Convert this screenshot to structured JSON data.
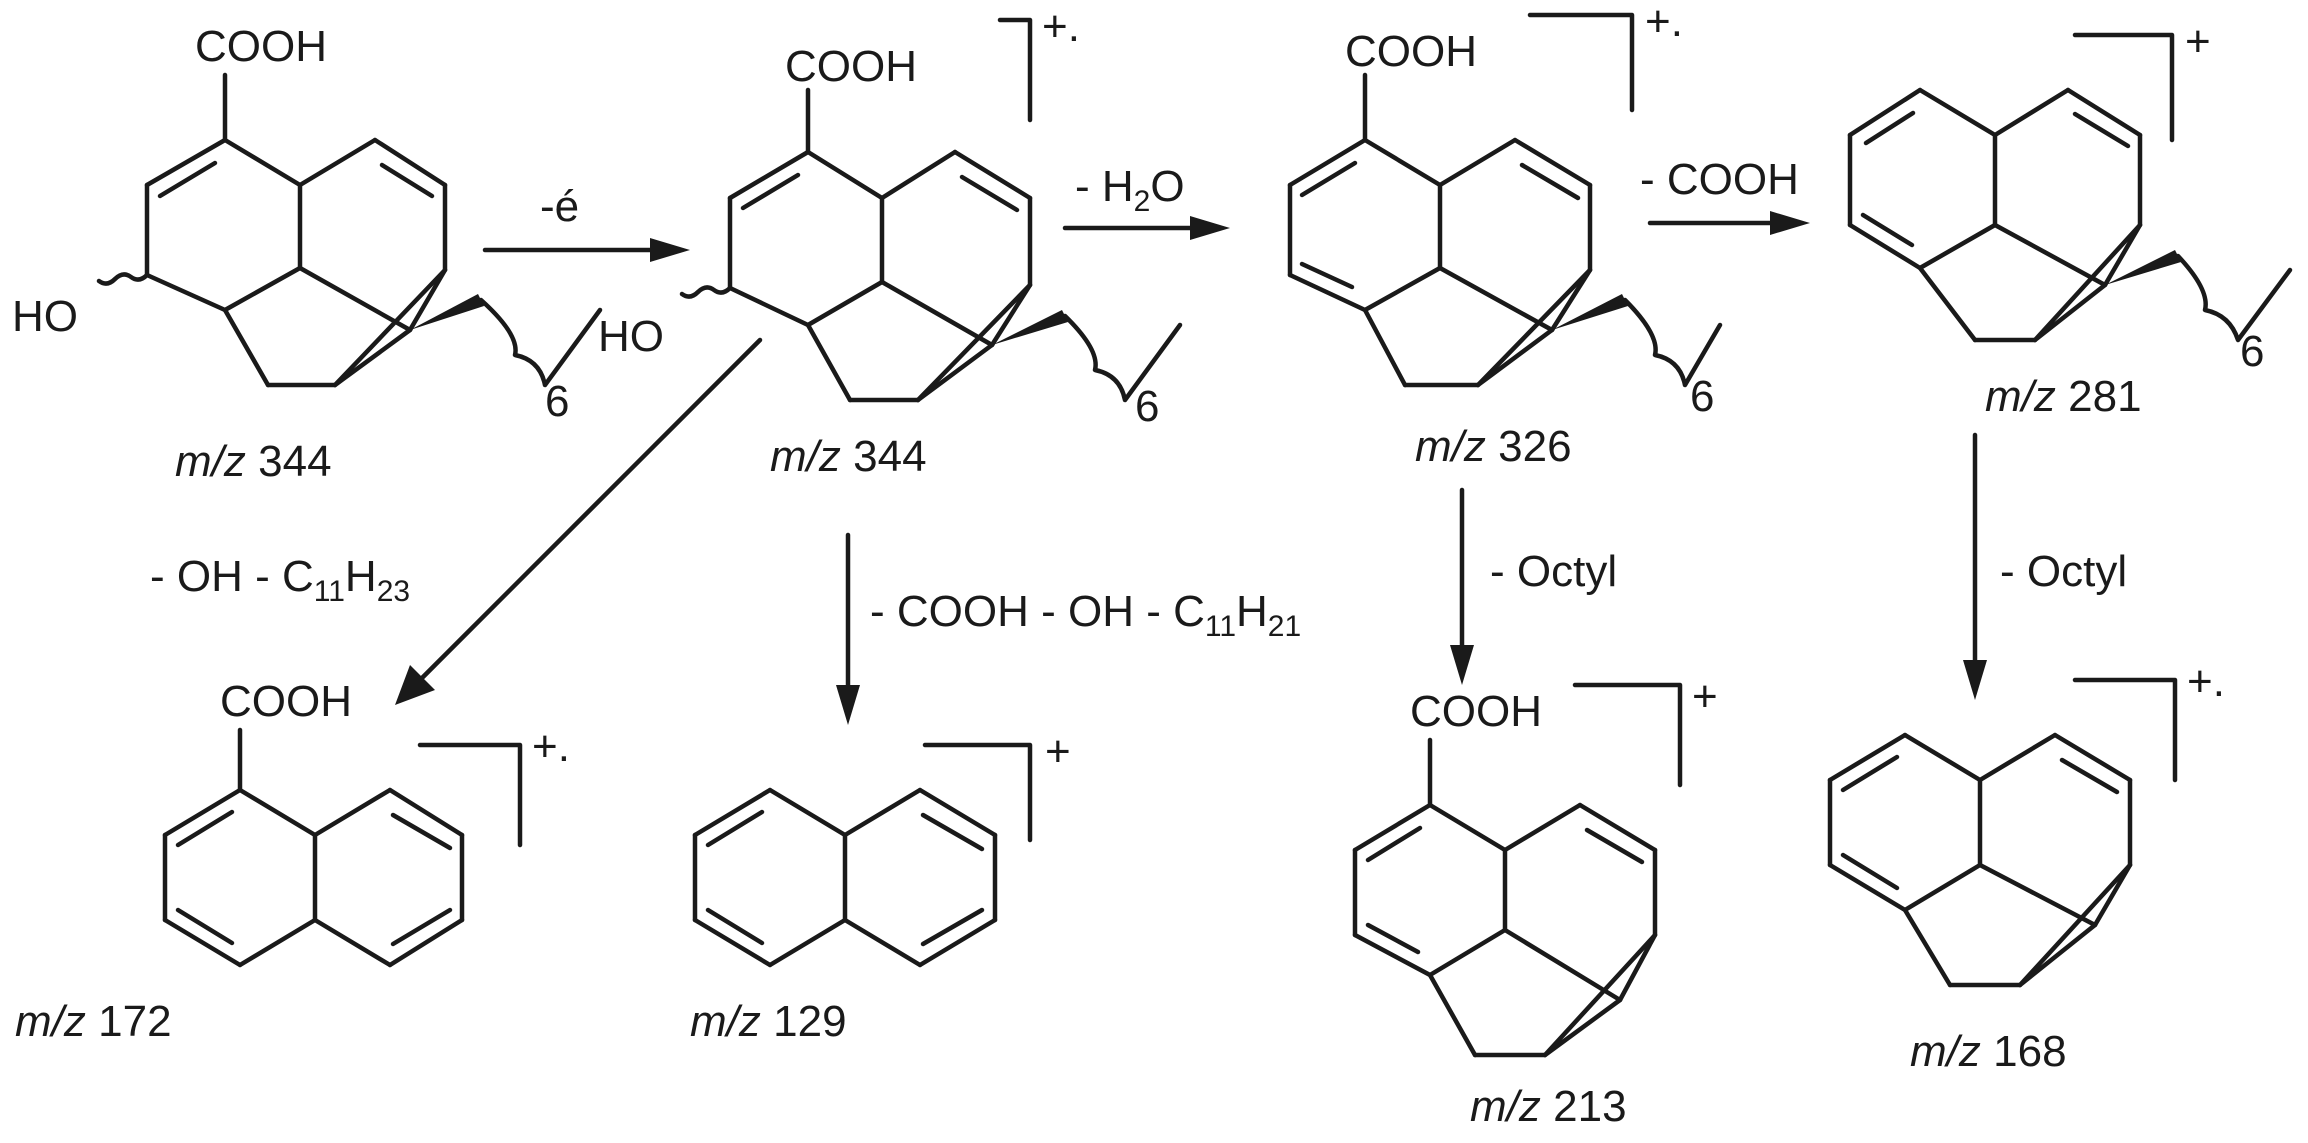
{
  "structures": {
    "s1": {
      "group": "COOH",
      "oh": "HO",
      "chain_n": "6",
      "label_prefix": "m/z",
      "label_value": "344"
    },
    "s2": {
      "group": "COOH",
      "oh": "HO",
      "chain_n": "6",
      "charge": "+.",
      "label_prefix": "m/z",
      "label_value": "344"
    },
    "s3": {
      "group": "COOH",
      "chain_n": "6",
      "charge": "+.",
      "label_prefix": "m/z",
      "label_value": "326"
    },
    "s4": {
      "chain_n": "6",
      "charge": "+",
      "label_prefix": "m/z",
      "label_value": "281"
    },
    "s5": {
      "group": "COOH",
      "charge": "+.",
      "label_prefix": "m/z",
      "label_value": "172"
    },
    "s6": {
      "charge": "+",
      "label_prefix": "m/z",
      "label_value": "129"
    },
    "s7": {
      "group": "COOH",
      "charge": "+",
      "label_prefix": "m/z",
      "label_value": "213"
    },
    "s8": {
      "charge": "+.",
      "label_prefix": "m/z",
      "label_value": "168"
    }
  },
  "arrows": {
    "a1": "-é",
    "a2_pre": "- H",
    "a2_sub": "2",
    "a2_post": "O",
    "a3": "- COOH",
    "a4_pre": "- OH - C",
    "a4_sub1": "11",
    "a4_mid": "H",
    "a4_sub2": "23",
    "a5_pre": "- COOH - OH - C",
    "a5_sub1": "11",
    "a5_mid": "H",
    "a5_sub2": "21",
    "a6": "- Octyl",
    "a7": "- Octyl"
  }
}
